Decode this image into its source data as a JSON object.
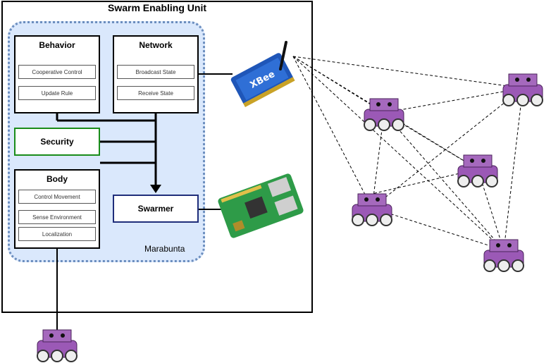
{
  "title": "Swarm Enabling Unit",
  "container_label": "Marabunta",
  "behavior": {
    "title": "Behavior",
    "items": [
      "Cooperative Control",
      "Update Rule"
    ]
  },
  "network": {
    "title": "Network",
    "items": [
      "Broadcast State",
      "Receive State"
    ]
  },
  "security": {
    "title": "Security"
  },
  "body": {
    "title": "Body",
    "items": [
      "Control Movement",
      "Sense Environment",
      "Localization"
    ]
  },
  "swarmer": {
    "title": "Swarmer"
  },
  "colors": {
    "container_fill": "#dae8fc",
    "container_border": "#6c8ebf",
    "security_border": "#1a8c1a",
    "swarmer_border": "#1f2d7a",
    "robot": "#9b59b6"
  },
  "devices": [
    "xbee-radio-module",
    "raspberry-pi-board"
  ],
  "robots_in_swarm": 6
}
